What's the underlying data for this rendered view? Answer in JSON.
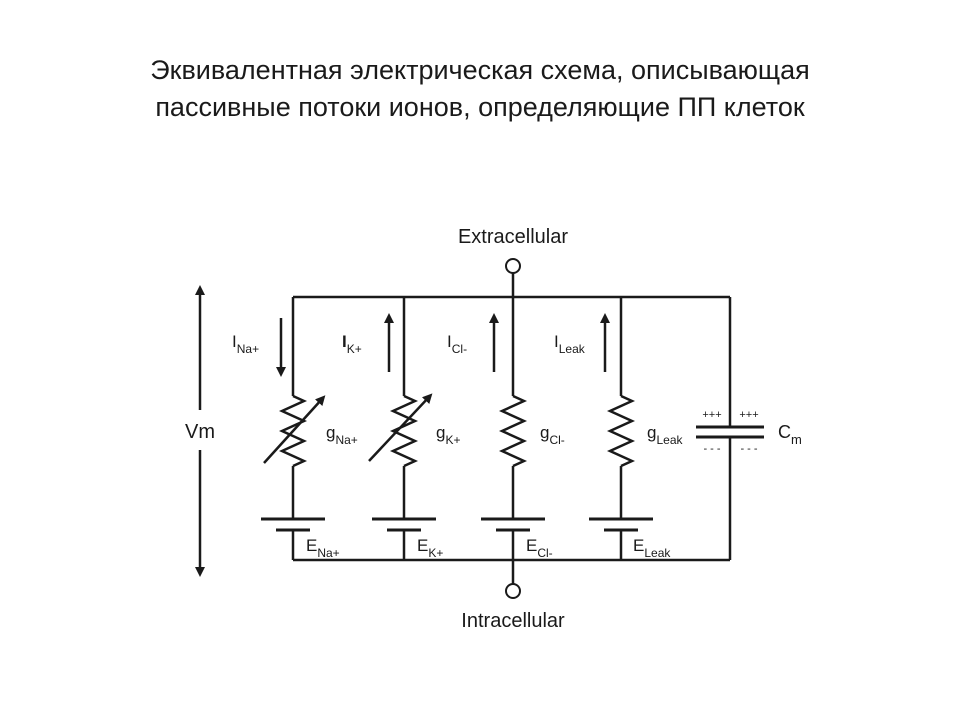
{
  "title": {
    "line1": "Эквивалентная электрическая схема, описывающая",
    "line2": "пассивные потоки ионов, определяющие ПП клеток"
  },
  "diagram": {
    "top_node_label": "Extracellular",
    "bottom_node_label": "Intracellular",
    "vm_label": "Vm",
    "branches": [
      {
        "id": "na",
        "current_main": "I",
        "current_sub": "Na+",
        "current_dir": "down",
        "g_main": "g",
        "g_sub": "Na+",
        "variable": true,
        "e_main": "E",
        "e_sub": "Na+"
      },
      {
        "id": "k",
        "current_main": "I",
        "current_sub": "K+",
        "current_dir": "up",
        "g_main": "g",
        "g_sub": "K+",
        "variable": true,
        "e_main": "E",
        "e_sub": "K+"
      },
      {
        "id": "cl",
        "current_main": "I",
        "current_sub": "Cl-",
        "current_dir": "up",
        "g_main": "g",
        "g_sub": "Cl-",
        "variable": false,
        "e_main": "E",
        "e_sub": "Cl-"
      },
      {
        "id": "leak",
        "current_main": "I",
        "current_sub": "Leak",
        "current_dir": "up",
        "g_main": "g",
        "g_sub": "Leak",
        "variable": false,
        "e_main": "E",
        "e_sub": "Leak"
      }
    ],
    "capacitor": {
      "label_main": "C",
      "label_sub": "m",
      "plus_left": "+++",
      "plus_right": "+++",
      "minus_left": "- - -",
      "minus_right": "- - -"
    }
  }
}
